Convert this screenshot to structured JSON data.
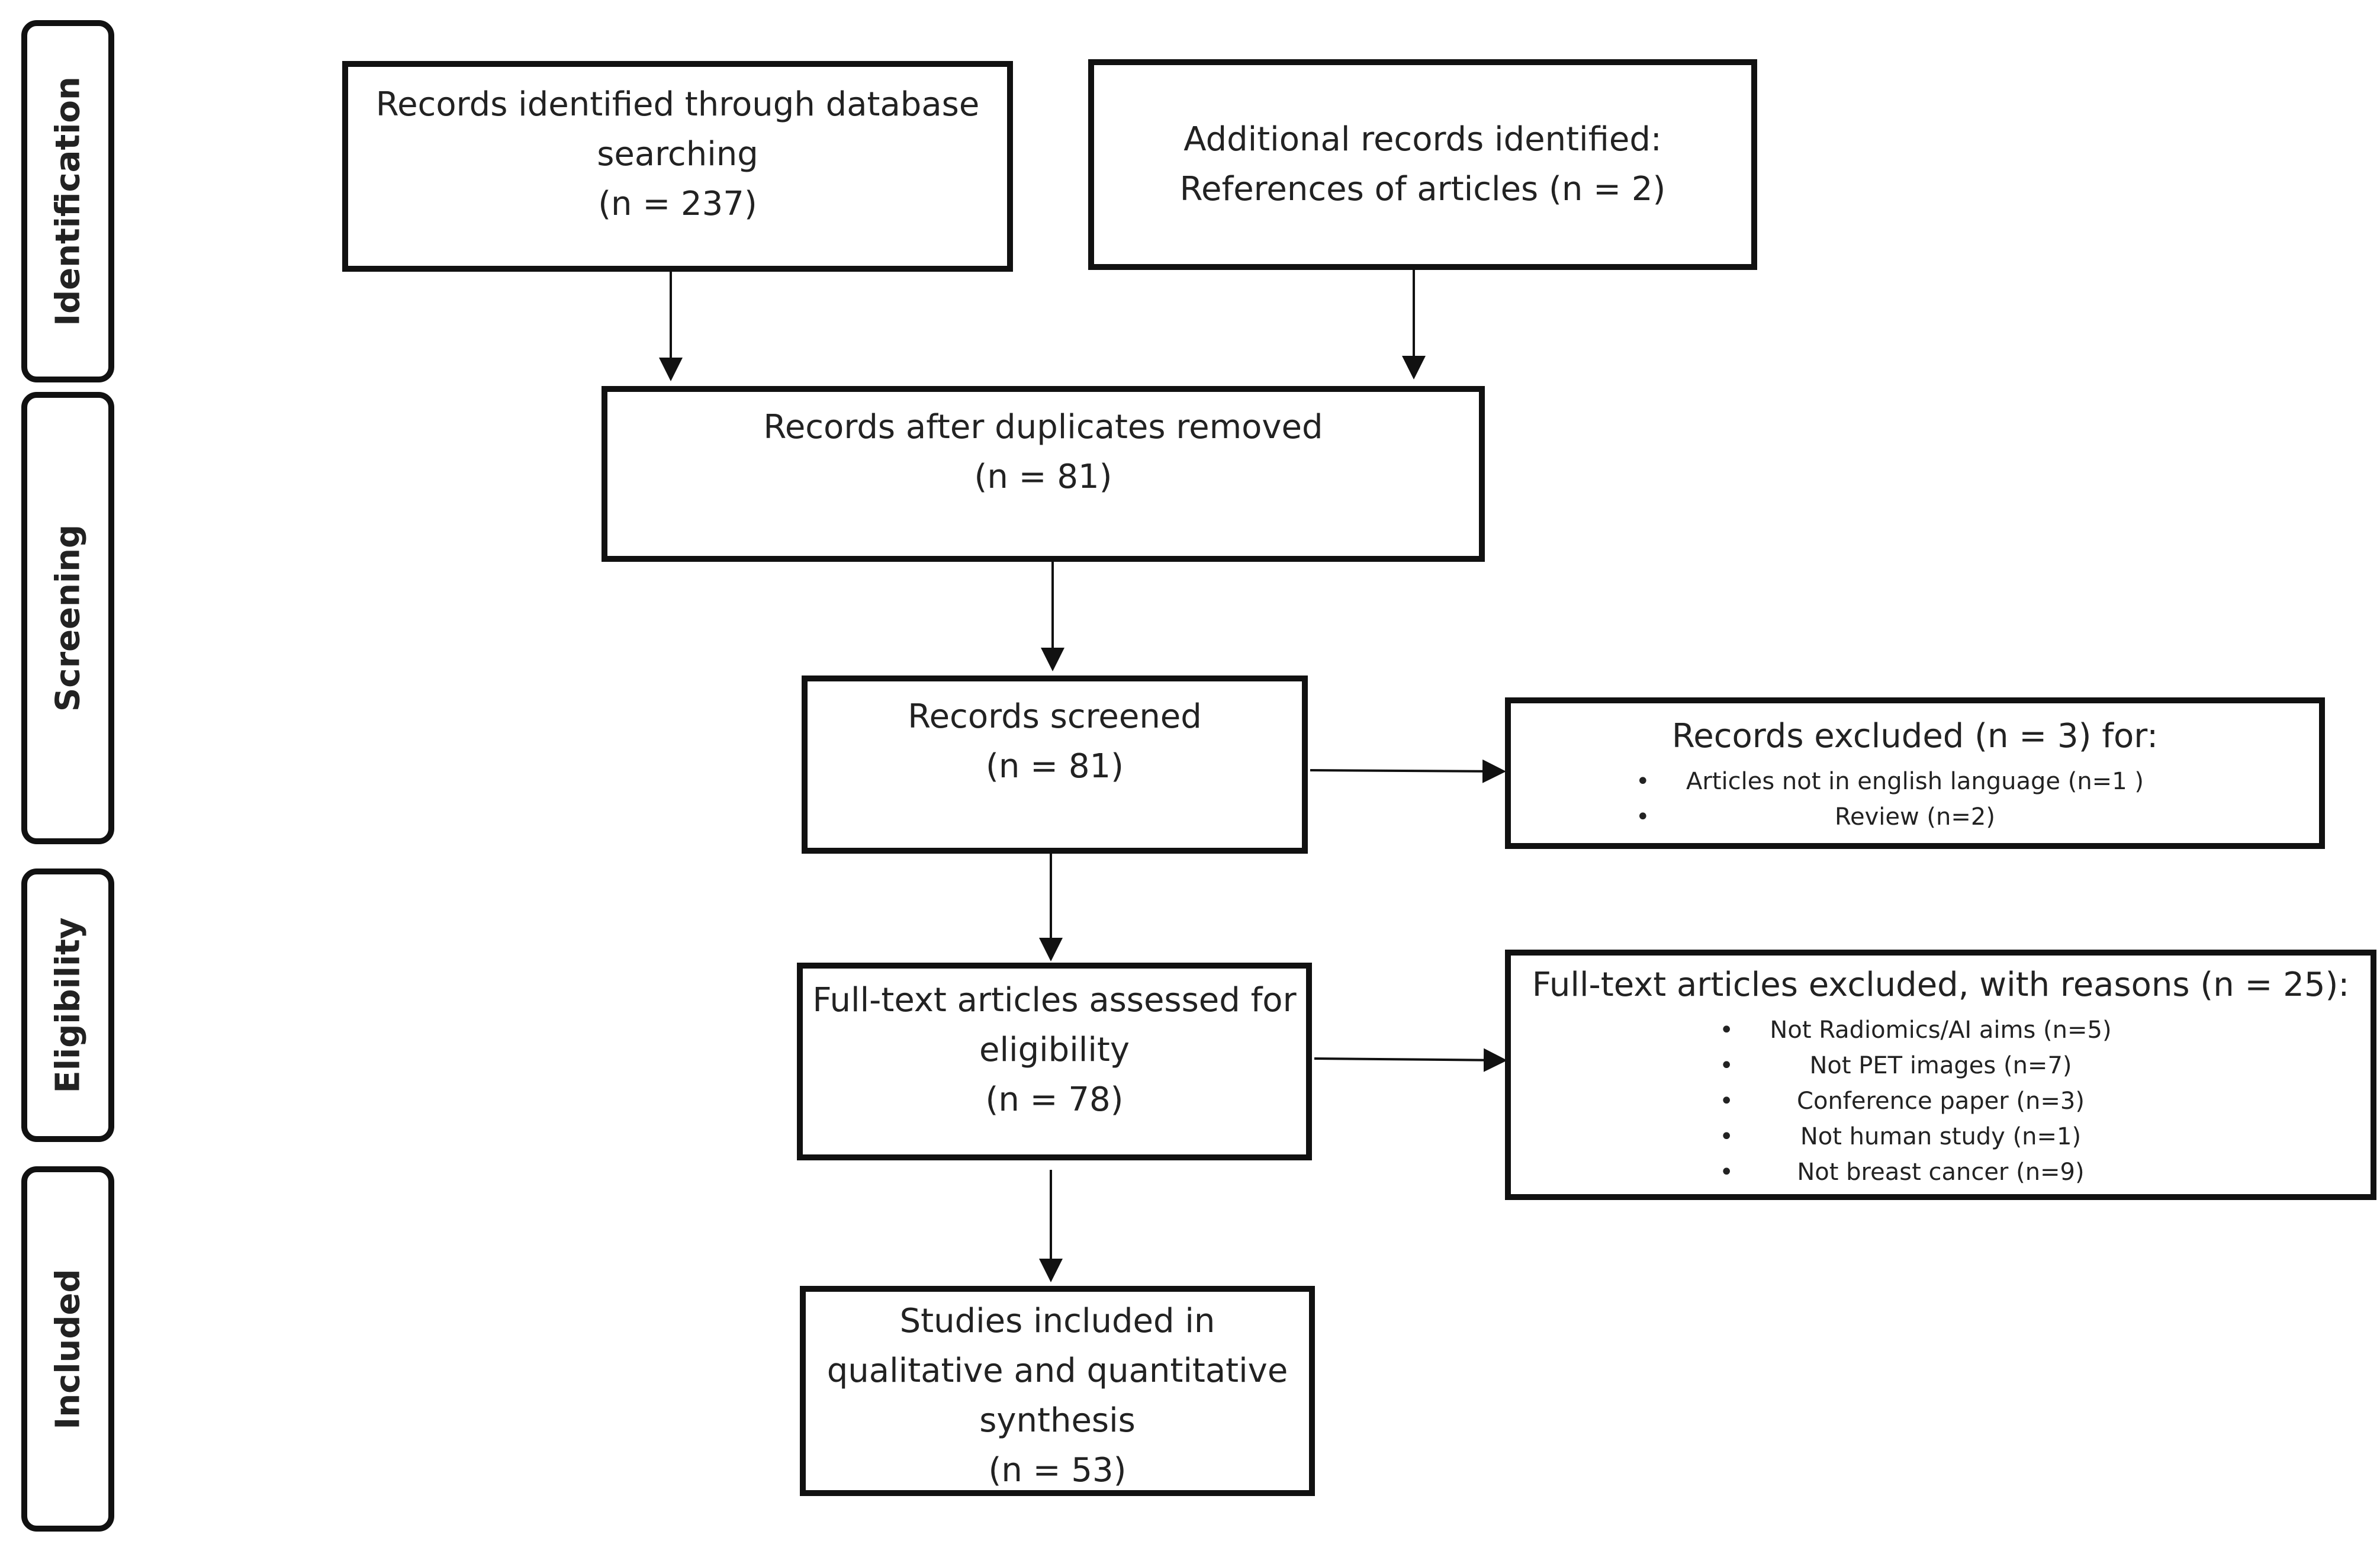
{
  "phases": {
    "identification": "Identification",
    "screening": "Screening",
    "eligibility": "Eligibility",
    "included": "Included"
  },
  "boxes": {
    "db_search": {
      "line1": "Records identified through database",
      "line2": "searching",
      "line3": "(n = 237)"
    },
    "additional": {
      "line1": "Additional records identified:",
      "line2": "References of articles (n = 2)"
    },
    "duplicates": {
      "line1": "Records after duplicates removed",
      "line2": "(n = 81)"
    },
    "screened": {
      "line1": "Records screened",
      "line2": "(n = 81)"
    },
    "excluded": {
      "title": "Records excluded (n = 3) for:",
      "reasons": [
        "Articles not in english language (n=1 )",
        "Review (n=2)"
      ]
    },
    "fulltext": {
      "line1": "Full-text articles assessed for",
      "line2": "eligibility",
      "line3": "(n = 78)"
    },
    "fulltext_excluded": {
      "title": "Full-text articles excluded, with reasons (n = 25):",
      "reasons": [
        "Not Radiomics/AI aims (n=5)",
        "Not PET images (n=7)",
        "Conference paper (n=3)",
        "Not human study (n=1)",
        "Not breast cancer (n=9)"
      ]
    },
    "included": {
      "line1": "Studies included in",
      "line2": "qualitative and quantitative",
      "line3": "synthesis",
      "line4": "(n = 53)"
    }
  },
  "bullet_glyph": "•"
}
